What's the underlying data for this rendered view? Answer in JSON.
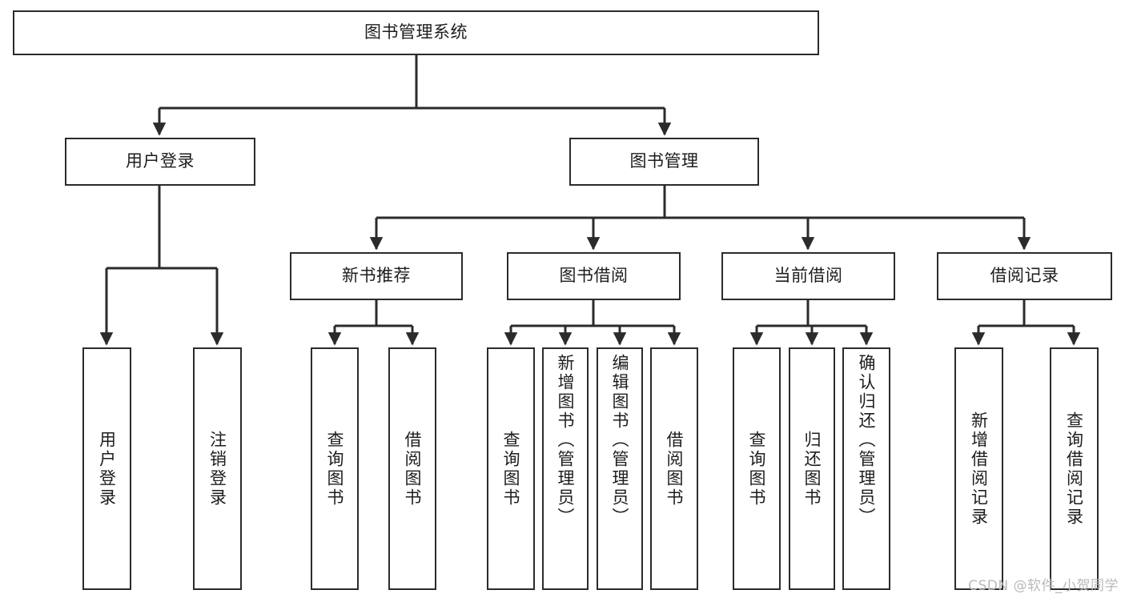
{
  "diagram": {
    "title": "图书管理系统",
    "watermark": "CSDN @软件_小贺同学",
    "root": {
      "label": "图书管理系统"
    },
    "level2": [
      {
        "label": "用户登录"
      },
      {
        "label": "图书管理"
      }
    ],
    "level3": [
      {
        "label": "新书推荐"
      },
      {
        "label": "图书借阅"
      },
      {
        "label": "当前借阅"
      },
      {
        "label": "借阅记录"
      }
    ],
    "leaves": {
      "user_login": [
        {
          "label": "用户登录"
        },
        {
          "label": "注销登录"
        }
      ],
      "new_book": [
        {
          "label": "查询图书"
        },
        {
          "label": "借阅图书"
        }
      ],
      "book_borrow": [
        {
          "label": "查询图书"
        },
        {
          "label": "新增图书（管理员）"
        },
        {
          "label": "编辑图书（管理员）"
        },
        {
          "label": "借阅图书"
        }
      ],
      "current_borrow": [
        {
          "label": "查询图书"
        },
        {
          "label": "归还图书"
        },
        {
          "label": "确认归还（管理员）"
        }
      ],
      "borrow_record": [
        {
          "label": "新增借阅记录"
        },
        {
          "label": "查询借阅记录"
        }
      ]
    },
    "colors": {
      "stroke": "#2b2b2b",
      "text": "#1d1d1d",
      "background": "#ffffff",
      "watermark": "#b9b9b9"
    }
  }
}
